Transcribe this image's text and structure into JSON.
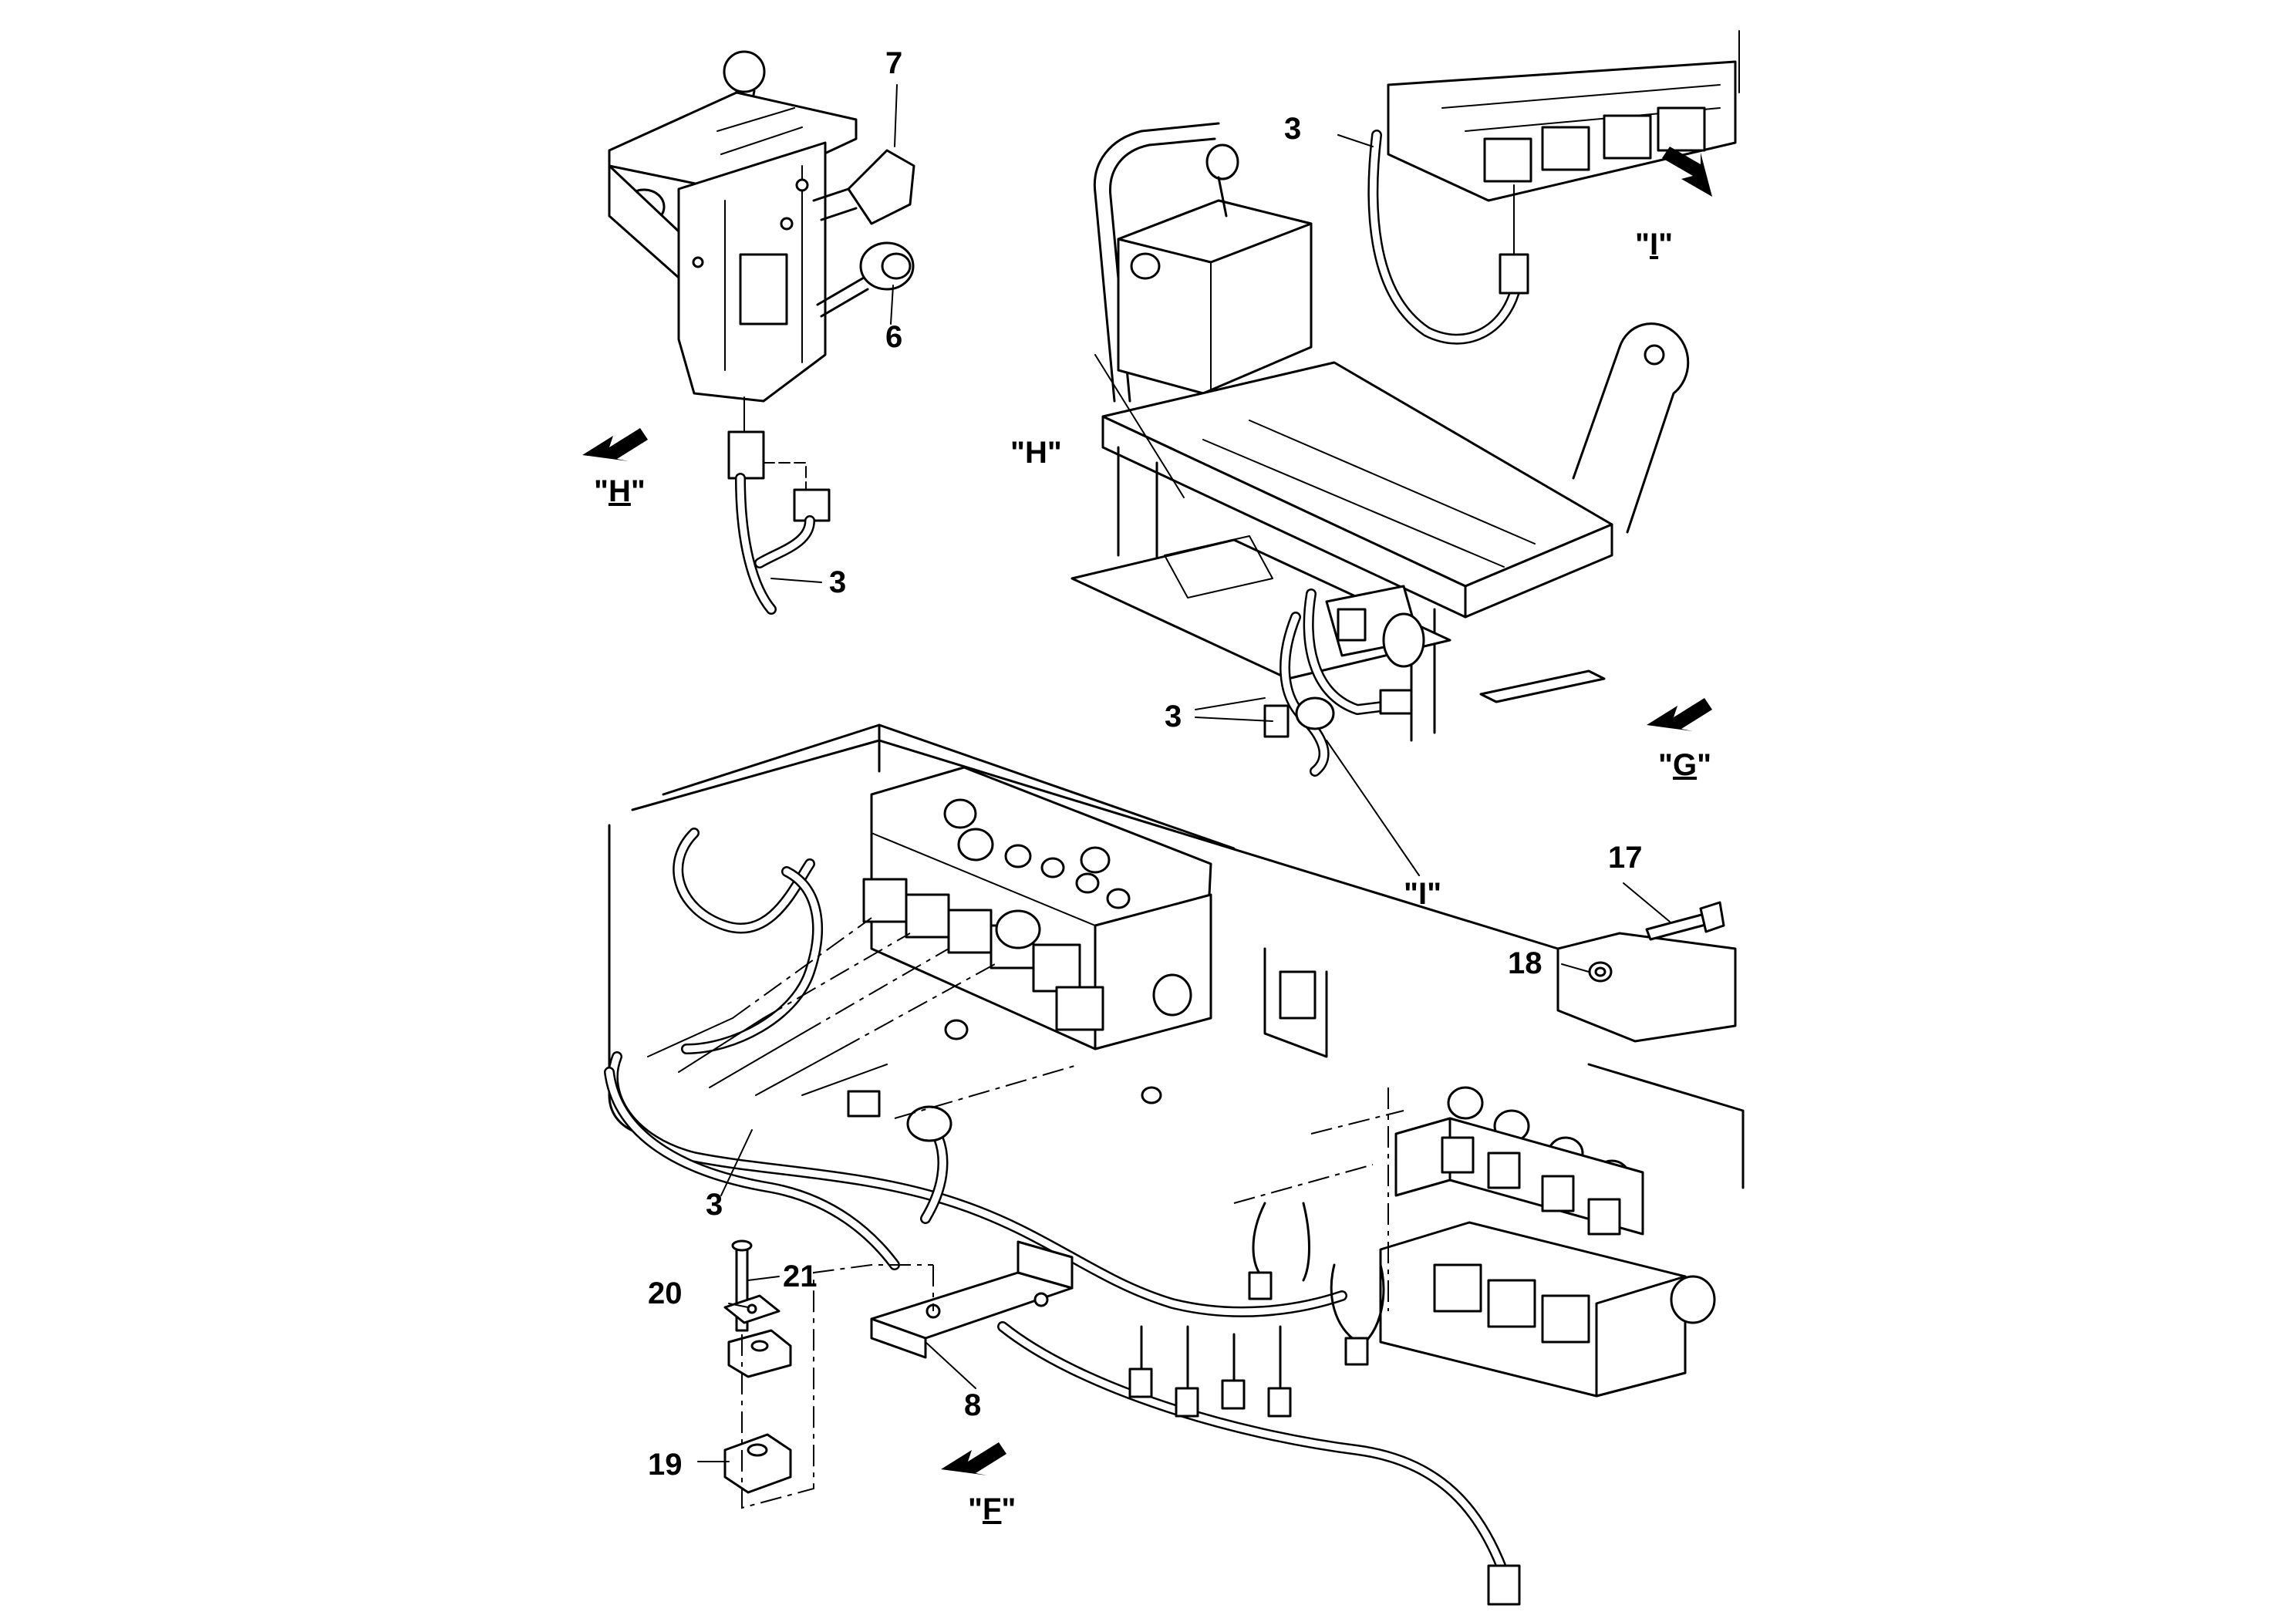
{
  "callouts": {
    "c7": "7",
    "c6": "6",
    "c3a": "3",
    "c3b": "3",
    "c3c": "3",
    "c3d": "3",
    "c17": "17",
    "c18": "18",
    "c21": "21",
    "c20": "20",
    "c19": "19",
    "c8": "8"
  },
  "view_labels": {
    "h_arrow": {
      "open": "\"",
      "letter": "H",
      "close": "\""
    },
    "h_leader": "\"H\"",
    "i_arrow": {
      "open": "\"",
      "letter": "I",
      "close": "\""
    },
    "i_leader": "\"I\"",
    "g_arrow": {
      "open": "\"",
      "letter": "G",
      "close": "\""
    },
    "f_arrow": {
      "open": "\"",
      "letter": "F",
      "close": "\""
    }
  },
  "icons": [
    "view-direction-arrow-icon"
  ],
  "colors": {
    "line": "#000000",
    "background": "#ffffff"
  }
}
